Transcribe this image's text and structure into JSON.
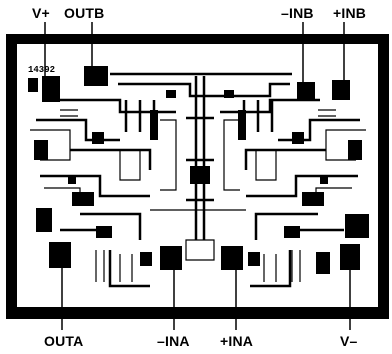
{
  "pins": {
    "v_plus": "V+",
    "out_b": "OUTB",
    "minus_in_b": "–INB",
    "plus_in_b": "+INB",
    "out_a": "OUTA",
    "minus_in_a": "–INA",
    "plus_in_a": "+INA",
    "v_minus": "V–"
  },
  "die": {
    "part_mark": "14392"
  },
  "colors": {
    "ink": "#000000",
    "paper": "#ffffff"
  }
}
